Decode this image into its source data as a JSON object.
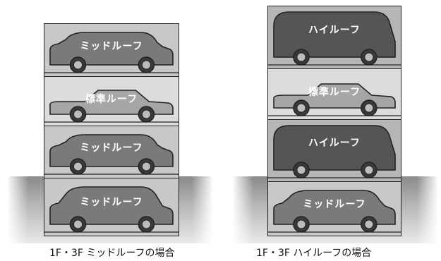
{
  "left_panel": {
    "caption": "1F・3F ミッドルーフの場合",
    "bays": [
      {
        "label": "ミッドルーフ",
        "roof": "mid"
      },
      {
        "label": "標準ルーフ",
        "roof": "standard"
      },
      {
        "label": "ミッドルーフ",
        "roof": "mid"
      },
      {
        "label": "ミッドルーフ",
        "roof": "mid"
      }
    ]
  },
  "right_panel": {
    "caption": "1F・3F ハイルーフの場合",
    "bays": [
      {
        "label": "ハイルーフ",
        "roof": "high"
      },
      {
        "label": "標準ルーフ",
        "roof": "standard"
      },
      {
        "label": "ハイルーフ",
        "roof": "high"
      },
      {
        "label": "ミッドルーフ",
        "roof": "mid"
      }
    ]
  },
  "colors": {
    "bay_light": "#dcdcdc",
    "bay_mid": "#c8c8c8",
    "bay_dark": "#b6b6b6",
    "car_standard": "#a6a6a6",
    "car_mid": "#7a7a7a",
    "car_high": "#555555",
    "outline": "#222222"
  }
}
